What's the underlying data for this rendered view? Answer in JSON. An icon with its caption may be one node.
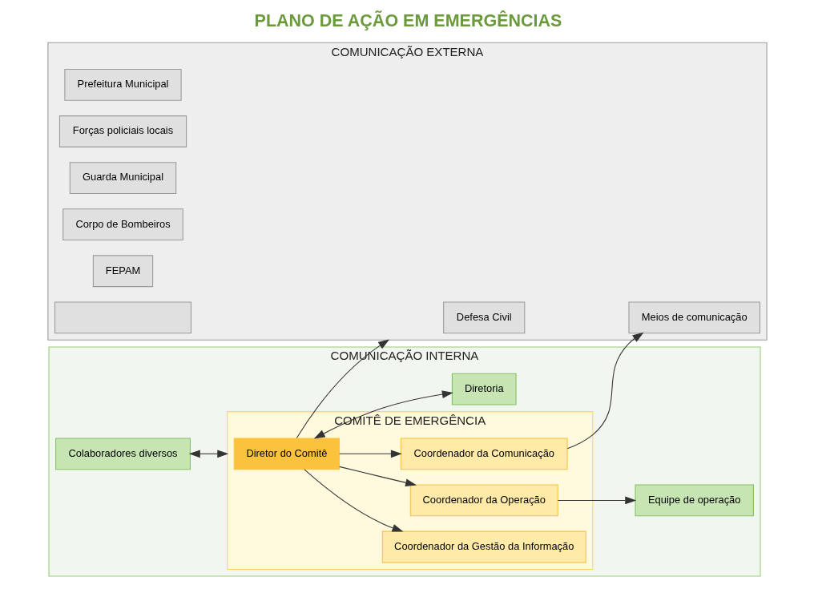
{
  "diagram": {
    "title": "PLANO DE AÇÃO EM EMERGÊNCIAS",
    "nodes": [
      {
        "text": [
          "COMUNICAÇÃO INTERNA"
        ]
      },
      {
        "text": [
          "Diretoria"
        ],
        "in": 0
      },
      {
        "text": [
          "Colaboradores diversos"
        ],
        "in": 0
      },
      {
        "text": [
          "COMITÊ DE EMERGÊNCIA"
        ],
        "in": 0
      },
      {
        "text": [
          "Diretor do Comitê"
        ],
        "in": 3
      },
      {
        "text": [
          "Coordenador da Gestão da Informação"
        ],
        "in": 3
      },
      {
        "text": [
          "Coordenador da Operação"
        ],
        "in": 3
      },
      {
        "text": [
          "Coordenador da Comunicação"
        ],
        "in": 3
      },
      {
        "text": [
          "Equipe de operação"
        ],
        "in": 0
      },
      {
        "text": [
          "COMUNICAÇÃO EXTERNA"
        ]
      },
      {
        "text": [
          "Defesa Civil"
        ],
        "in": 9
      },
      {
        "text": [
          "Prefeitura Municipal"
        ],
        "in": 9
      },
      {
        "text": [
          "Forças policiais locais"
        ],
        "in": 9
      },
      {
        "text": [
          "Guarda Municipal"
        ],
        "in": 9
      },
      {
        "text": [
          "Corpo de Bombeiros"
        ],
        "in": 9
      },
      {
        "text": [
          "FEPAM"
        ],
        "in": 9
      },
      {
        "text": [],
        "shape": "box",
        "in": 9
      },
      {
        "text": [
          "Meios de comunicação"
        ],
        "in": 9
      }
    ],
    "edges": [
      {
        "from": 4,
        "to": 1,
        "arrow": "both"
      },
      {
        "from": 2,
        "to": 3,
        "arrow": "both"
      },
      {
        "from": 4,
        "to": 9,
        "arrow": "to"
      },
      {
        "from": 4,
        "to": 5,
        "arrow": "to"
      },
      {
        "from": 4,
        "to": 6,
        "arrow": "to"
      },
      {
        "from": 4,
        "to": 7,
        "arrow": "to"
      },
      {
        "from": 6,
        "to": 8,
        "arrow": "to"
      },
      {
        "from": 7,
        "to": 17,
        "arrow": "to"
      }
    ]
  }
}
